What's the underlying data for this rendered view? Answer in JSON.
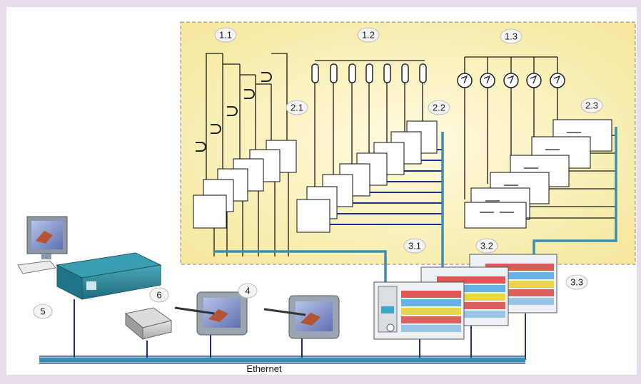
{
  "diagram": {
    "labels": {
      "l11": "1.1",
      "l12": "1.2",
      "l13": "1.3",
      "l21": "2.1",
      "l22": "2.2",
      "l23": "2.3",
      "l31": "3.1",
      "l32": "3.2",
      "l33": "3.3",
      "l4": "4",
      "l5": "5",
      "l6": "6"
    },
    "network_label": "Ethernet",
    "colors": {
      "background": "#e6dcea",
      "field_area": "#fbf3b4",
      "fieldbus": "#3a8fb0",
      "ethernet_backbone": "#3a8fb0",
      "io_wiring": "#1c2f8c"
    }
  }
}
